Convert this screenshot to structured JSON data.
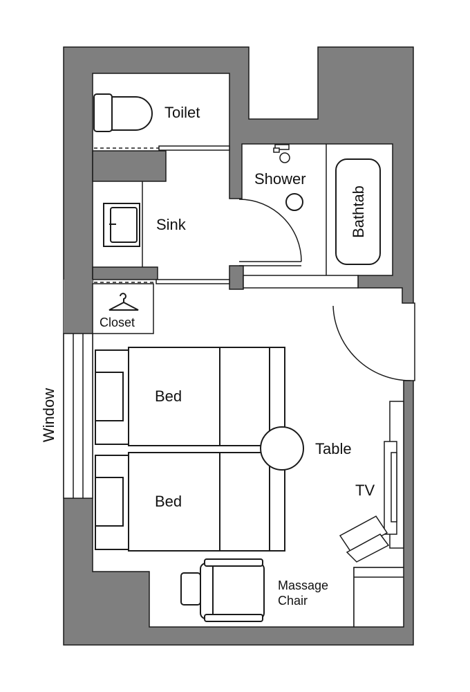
{
  "labels": {
    "toilet": "Toilet",
    "shower": "Shower",
    "bathtub": "Bathtab",
    "sink": "Sink",
    "closet": "Closet",
    "bed_1": "Bed",
    "bed_2": "Bed",
    "table": "Table",
    "tv": "TV",
    "window": "Window",
    "massage_chair_line1": "Massage",
    "massage_chair_line2": "Chair"
  },
  "colors": {
    "wall": "#7f7f7f",
    "line": "#1a1a1a",
    "floor": "#ffffff"
  },
  "icons": [
    "toilet-icon",
    "sink-icon",
    "shower-head-icon",
    "hanger-icon",
    "massage-chair-icon",
    "tv-icon"
  ]
}
